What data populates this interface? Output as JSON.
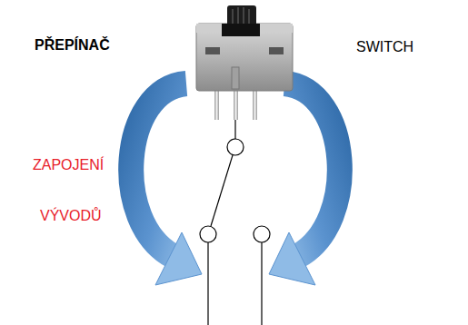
{
  "diagram": {
    "labels": [
      "PŘEPÍNAČ",
      "SWITCH",
      "ZAPOJENÍ",
      "VÝVODŮ"
    ]
  }
}
